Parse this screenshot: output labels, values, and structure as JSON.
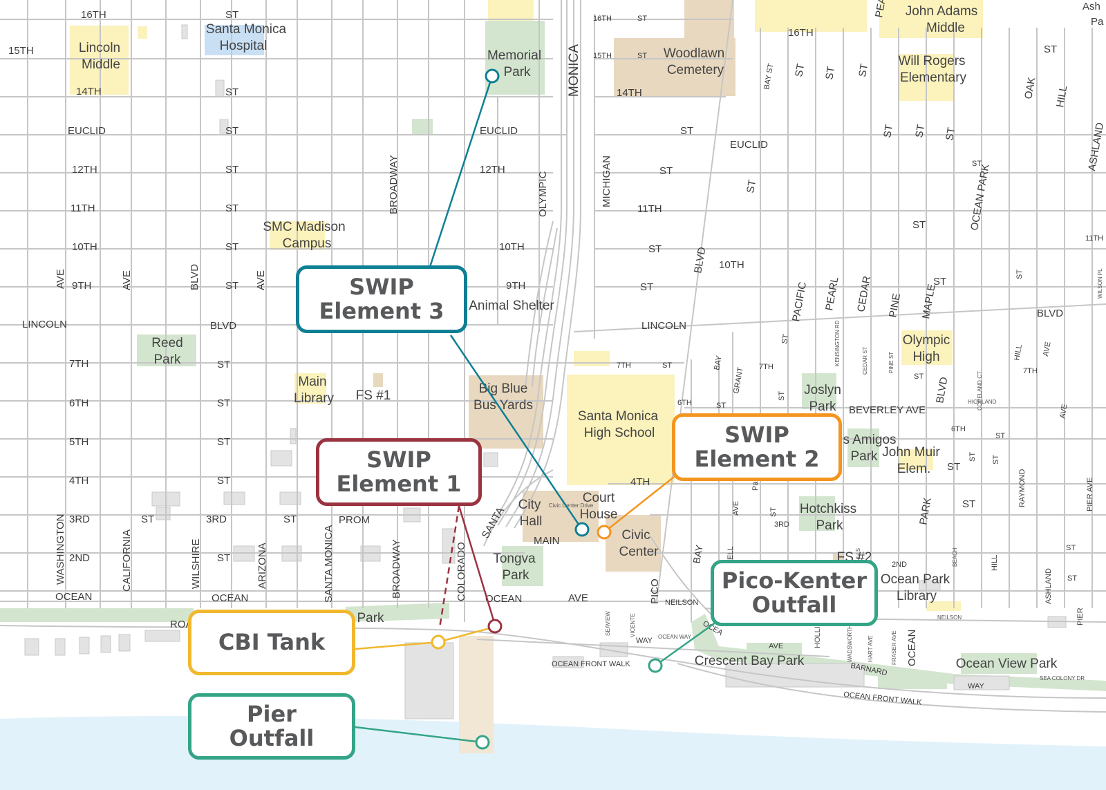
{
  "colors": {
    "water": "#e2f2fb",
    "park": "#d3e5cf",
    "school": "#fbf2bc",
    "civic": "#e8d8bf",
    "road": "#c6c6c6",
    "building": "#e3e3e3",
    "element3": "#0f7f94",
    "element2": "#f3951f",
    "element1": "#9a3340",
    "cbi_tank": "#f1b82d",
    "outfall": "#34a487"
  },
  "callouts": {
    "swip3": {
      "line1": "SWIP",
      "line2": "Element 3"
    },
    "swip2": {
      "line1": "SWIP",
      "line2": "Element 2"
    },
    "swip1": {
      "line1": "SWIP",
      "line2": "Element 1"
    },
    "pico": {
      "line1": "Pico-Kenter",
      "line2": "Outfall"
    },
    "cbi": {
      "line1": "CBI Tank"
    },
    "pier": {
      "line1": "Pier",
      "line2": "Outfall"
    }
  },
  "places": {
    "lincoln_middle": [
      "Lincoln",
      "Middle"
    ],
    "santa_monica_hospital": [
      "Santa Monica",
      "Hospital"
    ],
    "memorial_park": [
      "Memorial",
      "Park"
    ],
    "woodlawn_cemetery": [
      "Woodlawn",
      "Cemetery"
    ],
    "john_adams_middle": [
      "John Adams",
      "Middle"
    ],
    "will_rogers_elementary": [
      "Will Rogers",
      "Elementary"
    ],
    "smc_madison_campus": [
      "SMC Madison",
      "Campus"
    ],
    "animal_shelter": [
      "Animal Shelter"
    ],
    "reed_park": [
      "Reed",
      "Park"
    ],
    "main_library": [
      "Main",
      "Library"
    ],
    "fs1": [
      "FS #1"
    ],
    "big_blue_bus_yards": [
      "Big Blue",
      "Bus Yards"
    ],
    "santa_monica_high": [
      "Santa Monica",
      "High School"
    ],
    "olympic_high": [
      "Olympic",
      "High"
    ],
    "joslyn_park": [
      "Joslyn",
      "Park"
    ],
    "los_amigos_park": [
      "s Amigos",
      "Park"
    ],
    "john_muir_elem": [
      "John Muir",
      "Elem."
    ],
    "court_house": [
      "Court",
      "House"
    ],
    "city_hall": [
      "City",
      "Hall"
    ],
    "civic_center": [
      "Civic",
      "Center"
    ],
    "hotchkiss_park": [
      "Hotchkiss",
      "Park"
    ],
    "tongva_park": [
      "Tongva",
      "Park"
    ],
    "ocean_park_library": [
      "Ocean Park",
      "Library"
    ],
    "crescent_bay_park": [
      "Crescent Bay Park"
    ],
    "ocean_view_park": [
      "Ocean View Park"
    ],
    "park_beach": [
      "Park"
    ],
    "fs2": [
      "FS #2"
    ],
    "civic_center_drive": [
      "Civic Center Drive"
    ]
  },
  "streets": {
    "s16th": "16TH",
    "st": "ST",
    "s15th": "15TH",
    "s14th": "14TH",
    "euclid": "EUCLID",
    "s12th": "12TH",
    "s11th": "11TH",
    "s10th": "10TH",
    "s9th": "9TH",
    "lincoln": "LINCOLN",
    "blvd": "BLVD",
    "s7th": "7TH",
    "s6th": "6TH",
    "s5th": "5TH",
    "s4th": "4TH",
    "s3rd": "3RD",
    "s2nd": "2ND",
    "ocean": "OCEAN",
    "ave": "AVE",
    "prom": "PROM",
    "main": "MAIN",
    "santa": "SANTA",
    "monica": "MONICA",
    "olympic": "OLYMPIC",
    "michigan": "MICHIGAN",
    "broadway": "BROADWAY",
    "washington": "WASHINGTON",
    "california": "CALIFORNIA",
    "wilshire": "WILSHIRE",
    "arizona": "ARIZONA",
    "santa_monica": "SANTA MONICA",
    "colorado": "COLORADO",
    "pico": "PICO",
    "neilson": "NEILSON",
    "ocean_front_walk": "OCEAN FRONT WALK",
    "barnard": "BARNARD",
    "way": "WAY",
    "bay_st": "BAY ST",
    "bay": "BAY",
    "oak": "OAK",
    "hill": "HILL",
    "ashland": "ASHLAND",
    "ocean_park": "OCEAN PARK",
    "pacific": "PACIFIC",
    "pearl": "PEARL",
    "cedar": "CEDAR",
    "pine": "PINE",
    "maple": "MAPLE",
    "grant": "GRANT",
    "beverley_ave": "BEVERLEY AVE",
    "park": "PARK",
    "raymond": "RAYMOND",
    "pier_ave": "PIER AVE",
    "highland": "HIGHLAND",
    "road": "ROA",
    "ocean_way": "OCEAN WAY",
    "sea_colony_dr": "SEA COLONY DR",
    "kensington_rd": "KENSINGTON RD",
    "cedar_st": "CEDAR ST",
    "pine_st": "PINE ST",
    "hollister": "HOLLISTER AVE",
    "wadsworth": "WADSWORTH",
    "hart_ave": "HART AVE",
    "fraser_ave": "FRASER AVE",
    "vicente": "VICENTE",
    "seaview": "SEAVIEW",
    "mills": "MILLS",
    "beach": "BEACH",
    "copeland_ct": "COPELAND CT",
    "wilson_pl": "WILSON PL",
    "pier": "PIER",
    "ash": "Ash",
    "pa": "Pa",
    "pea": "PEA",
    "ell": "ELL",
    "hollis": "HOLLIS",
    "ocea": "OCEA"
  }
}
